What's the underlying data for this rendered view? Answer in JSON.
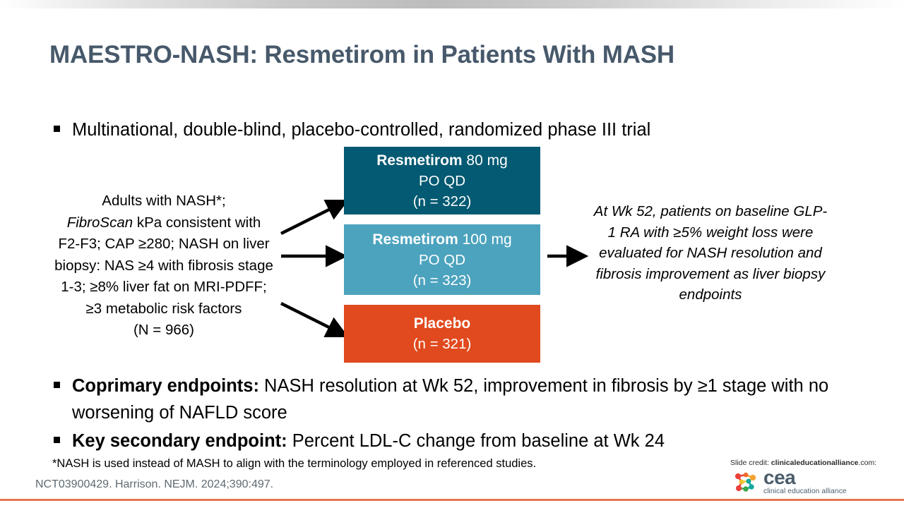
{
  "slide": {
    "title": "MAESTRO-NASH: Resmetirom in Patients With MASH",
    "design_bullet": "Multinational, double-blind, placebo-controlled, randomized phase III trial",
    "criteria": {
      "line1": "Adults with NASH*;",
      "line2_italic": "FibroScan",
      "line2_rest": " kPa consistent with",
      "line3": "F2-F3; CAP ≥280; NASH on liver",
      "line4": "biopsy: NAS ≥4 with fibrosis stage",
      "line5": "1-3; ≥8% liver fat on MRI-PDFF;",
      "line6": "≥3 metabolic risk factors",
      "line7": "(N = 966)"
    },
    "arms": [
      {
        "name": "resmetirom-80",
        "drug": "Resmetirom",
        "dose": " 80 mg",
        "route": "PO QD",
        "n": "(n = 322)",
        "color": "#035a72"
      },
      {
        "name": "resmetirom-100",
        "drug": "Resmetirom",
        "dose": " 100 mg",
        "route": "PO QD",
        "n": "(n = 323)",
        "color": "#4ca3be"
      },
      {
        "name": "placebo",
        "drug": "Placebo",
        "dose": "",
        "route": "",
        "n": "(n = 321)",
        "color": "#e04a1e"
      }
    ],
    "outcome": "At Wk 52, patients on baseline GLP-1 RA with ≥5% weight loss were evaluated for NASH resolution and fibrosis improvement as liver biopsy endpoints",
    "endpoints": {
      "coprimary_label": "Coprimary endpoints:",
      "coprimary_text": " NASH resolution at Wk 52, improvement in fibrosis by ≥1 stage with no worsening of NAFLD score",
      "secondary_label": "Key secondary endpoint:",
      "secondary_text": " Percent LDL-C change from baseline at Wk 24"
    },
    "footnote": "*NASH is used instead of MASH to align with the terminology employed in referenced studies.",
    "citation": "NCT03900429. Harrison. NEJM. 2024;390:497.",
    "credit": {
      "prefix": "Slide credit: ",
      "domain": "clinicaleducationalliance",
      "suffix": ".com:"
    },
    "logo": {
      "mark": "cea-logo-icon",
      "name": "cea",
      "tagline": "clinical education alliance"
    },
    "colors": {
      "title": "#47596b",
      "accent_rule": "#e8744f",
      "citation": "#5f6a72"
    }
  }
}
